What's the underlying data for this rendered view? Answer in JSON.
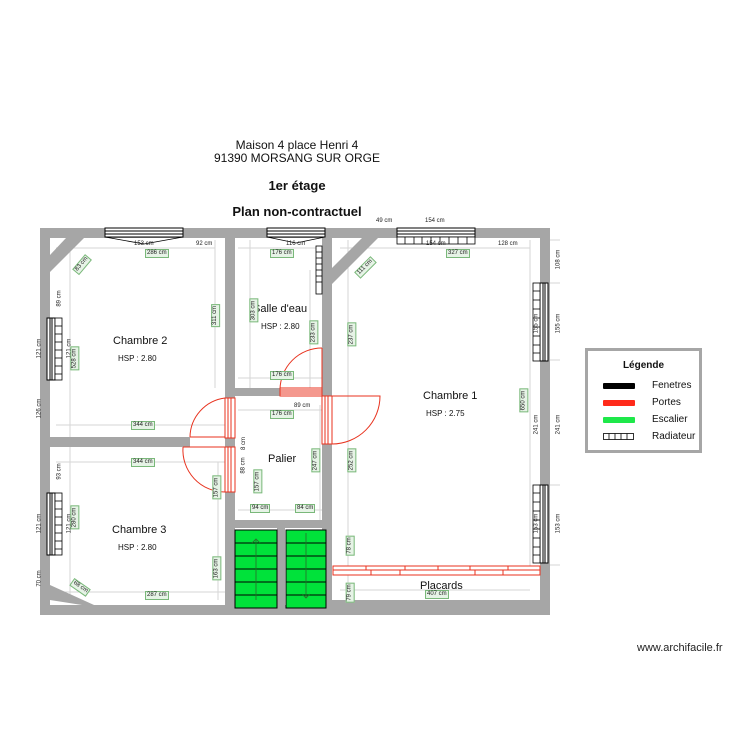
{
  "header": {
    "address_line1": "Maison 4 place Henri 4",
    "address_line2": "91390 MORSANG SUR ORGE",
    "floor": "1er étage",
    "disclaimer": "Plan non-contractuel"
  },
  "rooms": [
    {
      "name": "Chambre 2",
      "hsp": "HSP : 2.80"
    },
    {
      "name": "Salle d'eau",
      "hsp": "HSP : 2.80"
    },
    {
      "name": "Chambre 1",
      "hsp": "HSP : 2.75"
    },
    {
      "name": "Palier"
    },
    {
      "name": "Chambre 3",
      "hsp": "HSP : 2.80"
    },
    {
      "name": "Placards"
    }
  ],
  "dimensions": {
    "top_c2_window": "153 cm",
    "top_c2_right": "92 cm",
    "c2_width": "286 cm",
    "c2_diag": "83 cm",
    "c2_left_top": "89 cm",
    "c2_window_ext": "121 cm",
    "c2_window_int": "121 cm",
    "c2_height": "528 cm",
    "c2_left_bottom": "126 cm",
    "c2_right": "311 cm",
    "c2_bottom": "344 cm",
    "se_window": "116 cm",
    "se_width": "176 cm",
    "se_left": "303 cm",
    "se_right": "233 cm",
    "se_bottom": "176 cm",
    "c1_top_left": "49 cm",
    "c1_top_window": "154 cm",
    "c1_top_window_int": "154 cm",
    "c1_top_right": "128 cm",
    "c1_width": "327 cm",
    "c1_diag": "111 cm",
    "c1_right_top": "108 cm",
    "c1_right_window_ext": "155 cm",
    "c1_right_window_int": "155 cm",
    "c1_left": "237 cm",
    "c1_height": "650 cm",
    "c1_right_mid_int": "241 cm",
    "c1_right_mid_ext": "241 cm",
    "c1_door": "252 cm",
    "c1_right_bottom_int": "153 cm",
    "c1_right_bottom_ext": "153 cm",
    "c1_left_bottom": "78 cm",
    "placards_left": "79 cm",
    "placards_width": "407 cm",
    "palier_top": "89 cm",
    "palier_width": "176 cm",
    "palier_small": "8 cm",
    "palier_88": "88 cm",
    "palier_left": "157 cm",
    "palier_right": "247 cm",
    "palier_bottom_left": "94 cm",
    "palier_bottom_right": "84 cm",
    "c3_top": "344 cm",
    "c3_left_top": "93 cm",
    "c3_window_ext": "121 cm",
    "c3_window_int": "121 cm",
    "c3_height": "280 cm",
    "c3_left_bottom": "70 cm",
    "c3_diag": "68 cm",
    "c3_bottom": "287 cm",
    "c3_right_top": "157 cm",
    "c3_right_bottom": "163 cm"
  },
  "legend": {
    "title": "Légende",
    "items": [
      {
        "label": "Fenetres",
        "color": "#000000"
      },
      {
        "label": "Portes",
        "color": "#ff2a1a"
      },
      {
        "label": "Escalier",
        "color": "#1ee84a"
      },
      {
        "label": "Radiateur",
        "color": "radiator-pattern"
      }
    ]
  },
  "colors": {
    "wall": "#a6a6a6",
    "door": "#e8321e",
    "stair": "#00e23a",
    "dim_label_bg": "#e6f3e6"
  },
  "watermark": "www.archifacile.fr"
}
